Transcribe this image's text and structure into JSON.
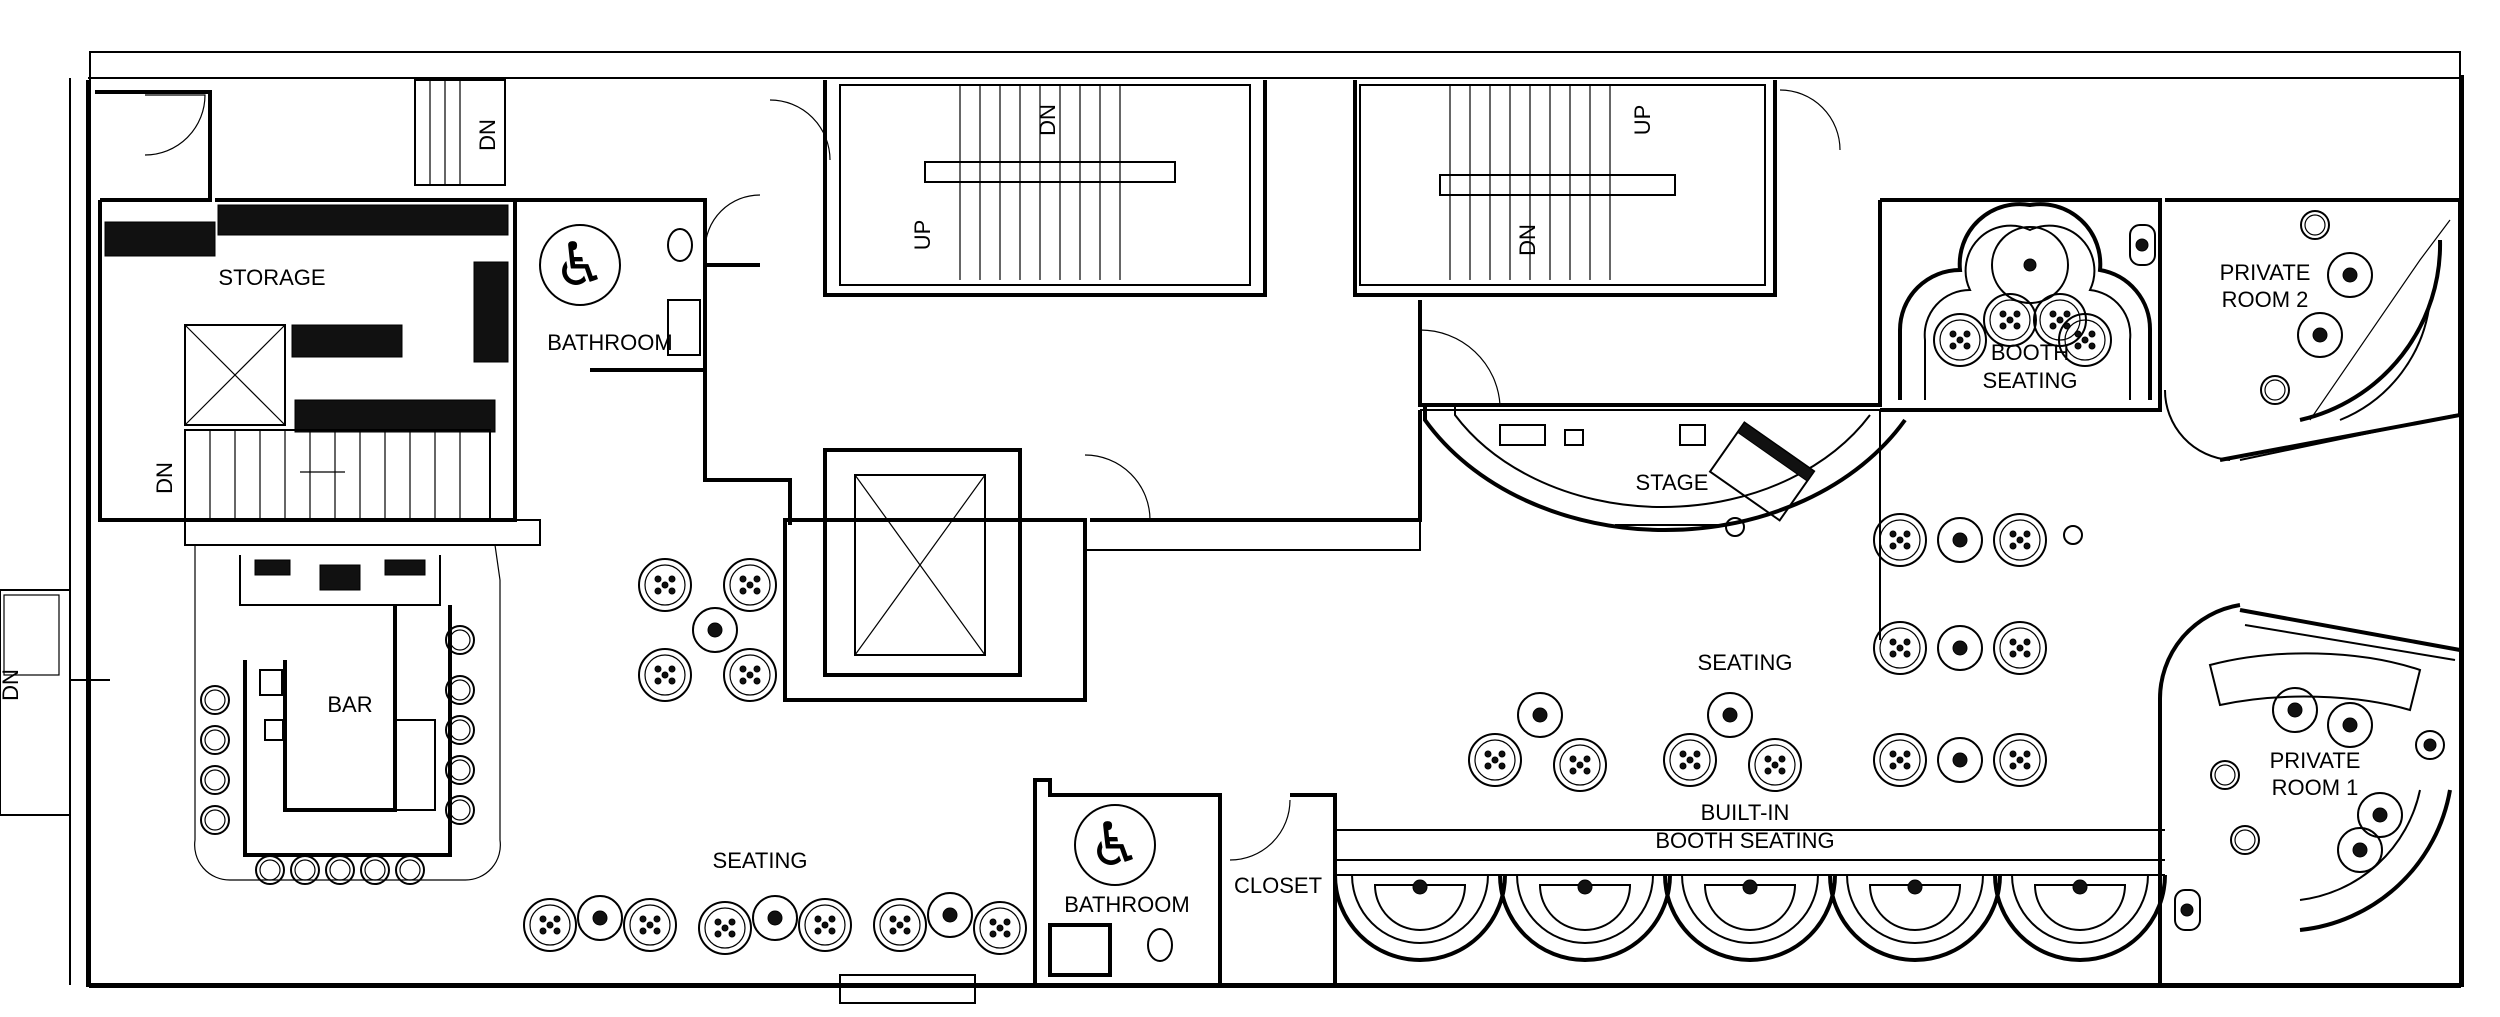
{
  "labels": {
    "storage": "STORAGE",
    "bathroom_top": "BATHROOM",
    "bar": "BAR",
    "seating_left": "SEATING",
    "bathroom_bottom": "BATHROOM",
    "closet": "CLOSET",
    "stage": "STAGE",
    "seating_center": "SEATING",
    "builtin_line1": "BUILT-IN",
    "builtin_line2": "BOOTH SEATING",
    "booth_line1": "BOOTH",
    "booth_line2": "SEATING",
    "private2_line1": "PRIVATE",
    "private2_line2": "ROOM 2",
    "private1_line1": "PRIVATE",
    "private1_line2": "ROOM 1"
  },
  "stair_marks": {
    "dn": "DN",
    "up": "UP"
  }
}
